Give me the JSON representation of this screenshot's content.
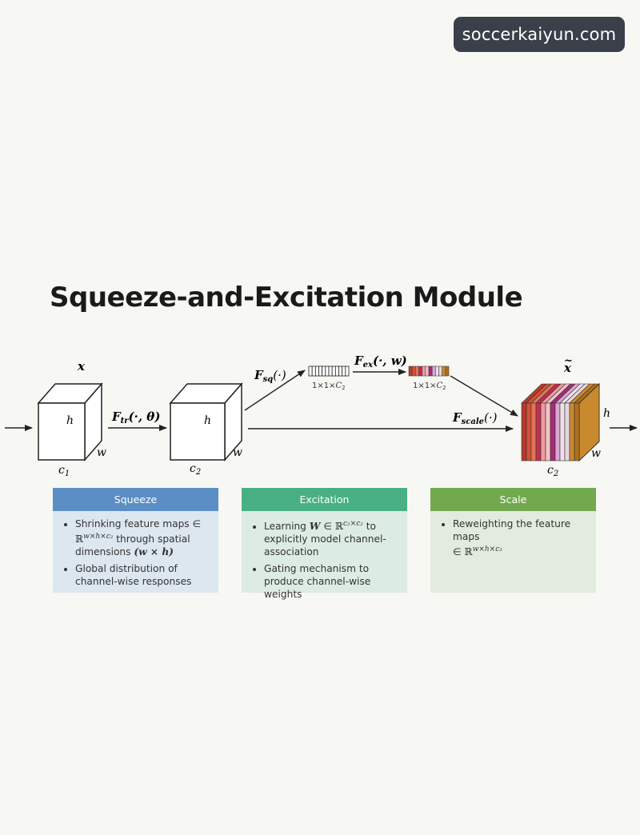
{
  "watermark": {
    "text": "soccerkaiyun.com"
  },
  "title": "Squeeze-and-Excitation Module",
  "diagram": {
    "input_label": "x",
    "input_h": "h",
    "input_w": "w",
    "input_c": "c",
    "input_c_sub": "1",
    "ftr_main": "F",
    "ftr_sub": "tr",
    "ftr_args": "(·, θ)",
    "mid_h": "h",
    "mid_w": "w",
    "mid_c": "c",
    "mid_c_sub": "2",
    "fsq_main": "F",
    "fsq_sub": "sq",
    "fsq_args": "(·)",
    "vec_dim_prefix": "1×1×",
    "vec_dim_c": "C",
    "vec_dim_sub": "2",
    "fex_main": "F",
    "fex_sub": "ex",
    "fex_args": "(·, w)",
    "fscale_main": "F",
    "fscale_sub": "scale",
    "fscale_args": "(·)",
    "output_label": "x",
    "output_tilde": "~",
    "output_h": "h",
    "output_w": "w",
    "output_c": "c",
    "output_c_sub": "2",
    "channel_colors": [
      "#b8392b",
      "#d35235",
      "#e2745a",
      "#c12f4d",
      "#ef9aa1",
      "#f3c4c5",
      "#a92a7a",
      "#d9a6cf",
      "#f2dfe9",
      "#e7d8df",
      "#c98a2e",
      "#b06e1d"
    ]
  },
  "cards": {
    "squeeze": {
      "header": "Squeeze",
      "color": "#5b8ec5",
      "b1_pre": "Shrinking feature maps ∈",
      "b1_math": "ℝ",
      "b1_sup": "w×h×c₂",
      "b1_post": " through spatial dimensions ",
      "b1_paren": "(w × h)",
      "b2": "Global distribution of channel-wise responses"
    },
    "excitation": {
      "header": "Excitation",
      "color": "#49b083",
      "b1_pre": "Learning ",
      "b1_w": "W",
      "b1_in": " ∈ ",
      "b1_r": "ℝ",
      "b1_sup": "c₂×c₂",
      "b1_post": " to explicitly model channel-association",
      "b2": "Gating mechanism to produce channel-wise weights"
    },
    "scale": {
      "header": "Scale",
      "color": "#72a94f",
      "b1_pre": "Reweighting the feature maps",
      "b1_in": "∈ ",
      "b1_r": "ℝ",
      "b1_sup": "w×h×c₂"
    }
  }
}
